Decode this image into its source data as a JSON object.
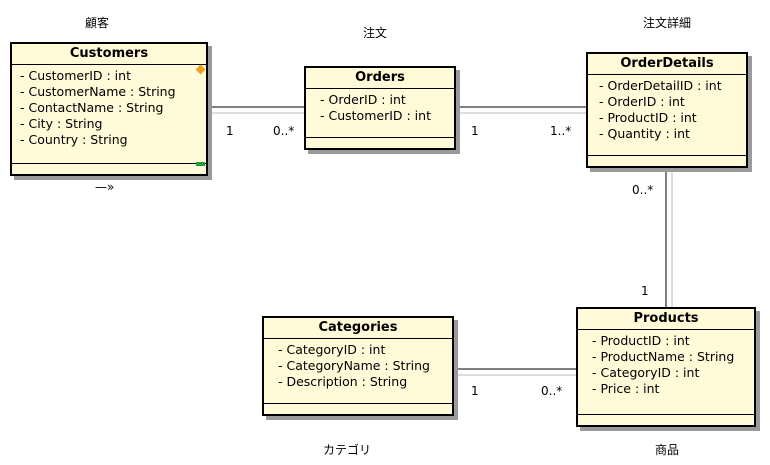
{
  "labels": {
    "customers_jp": "顧客",
    "orders_jp": "注文",
    "orderdetails_jp": "注文詳細",
    "categories_jp": "カテゴリ",
    "products_jp": "商品"
  },
  "classes": {
    "customers": {
      "name": "Customers",
      "attributes": [
        "- CustomerID : int",
        "- CustomerName : String",
        "- ContactName : String",
        "- City : String",
        "- Country : String"
      ]
    },
    "orders": {
      "name": "Orders",
      "attributes": [
        "- OrderID : int",
        "- CustomerID : int"
      ]
    },
    "orderdetails": {
      "name": "OrderDetails",
      "attributes": [
        "- OrderDetailID : int",
        "- OrderID : int",
        "- ProductID : int",
        "- Quantity : int"
      ]
    },
    "categories": {
      "name": "Categories",
      "attributes": [
        "- CategoryID : int",
        "- CategoryName : String",
        "- Description : String"
      ]
    },
    "products": {
      "name": "Products",
      "attributes": [
        "- ProductID : int",
        "- ProductName : String",
        "- CategoryID : int",
        "- Price : int"
      ]
    }
  },
  "associations": {
    "customers_orders": {
      "left": "1",
      "right": "0..*"
    },
    "orders_orderdetails": {
      "left": "1",
      "right": "1..*"
    },
    "orderdetails_products": {
      "top": "0..*",
      "bottom": "1"
    },
    "categories_products": {
      "left": "1",
      "right": "0..*"
    }
  },
  "customers_arrow": "—»",
  "colors": {
    "class_fill": "#fffad8",
    "shadow": "#9a9a9a",
    "orange_marker": "#f0a020",
    "green_marker": "#2a9a3a"
  }
}
